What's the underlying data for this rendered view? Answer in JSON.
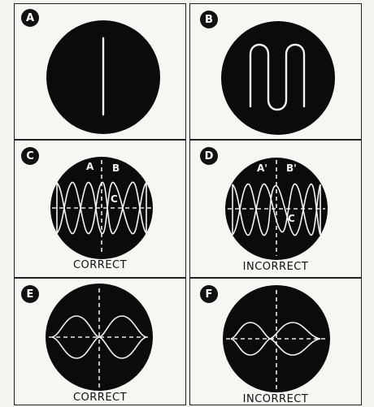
{
  "panels": [
    {
      "id": "A",
      "caption": ""
    },
    {
      "id": "B",
      "caption": ""
    },
    {
      "id": "C",
      "caption": "CORRECT",
      "labels": [
        "A",
        "B",
        "C"
      ]
    },
    {
      "id": "D",
      "caption": "INCORRECT",
      "labels": [
        "A'",
        "B'",
        "C"
      ]
    },
    {
      "id": "E",
      "caption": "CORRECT"
    },
    {
      "id": "F",
      "caption": "INCORRECT"
    }
  ]
}
